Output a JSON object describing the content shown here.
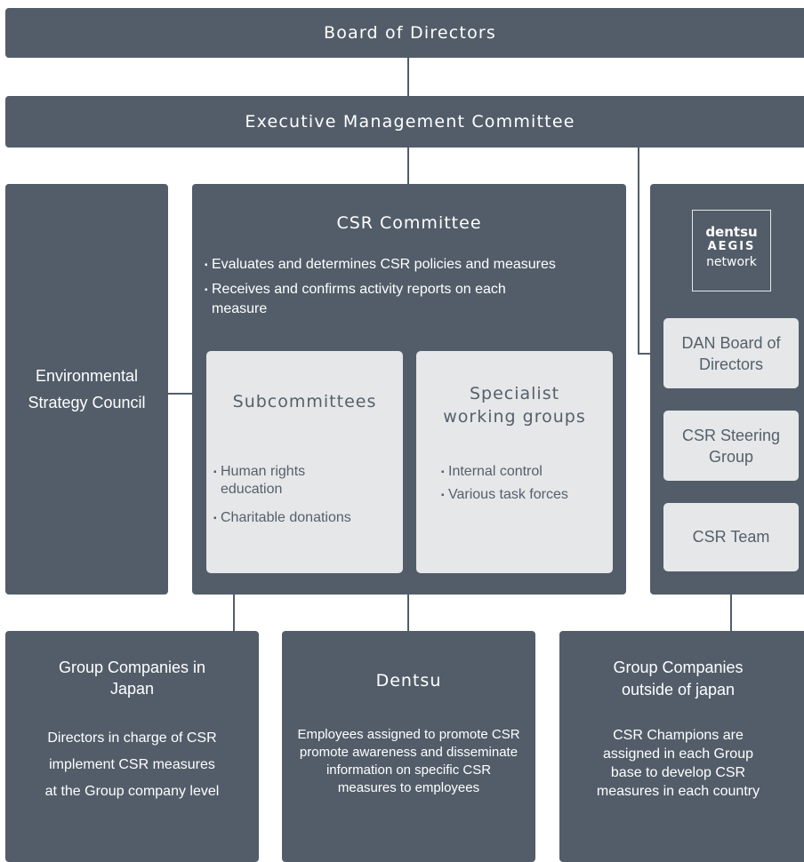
{
  "board": {
    "label": "Board of Directors"
  },
  "executive": {
    "label": "Executive Management Committee"
  },
  "environmental": {
    "label": "Environmental Strategy Council"
  },
  "csr_committee": {
    "title": "CSR Committee",
    "bullets": [
      "Evaluates and determines CSR policies and measures",
      "Receives and confirms activity reports on each measure"
    ]
  },
  "subcommittees": {
    "title": "Subcommittees",
    "bullets": [
      "Human rights education",
      "Charitable donations"
    ]
  },
  "specialist": {
    "title": "Specialist working groups",
    "bullets": [
      "Internal control",
      "Various task forces"
    ]
  },
  "dan": {
    "logo": {
      "line1": "dentsu",
      "line2": "AEGIS",
      "line3": "network"
    },
    "board_label": "DAN Board of Directors",
    "steering_label": "CSR Steering Group",
    "team_label": "CSR Team"
  },
  "group_japan": {
    "title": "Group Companies in Japan",
    "desc_lines": [
      "Directors in charge of CSR",
      "implement CSR measures",
      "at the Group company level"
    ]
  },
  "dentsu": {
    "title": "Dentsu",
    "desc": "Employees assigned to promote CSR promote awareness and disseminate information on specific CSR measures to employees"
  },
  "group_outside": {
    "title": "Group Companies outside of japan",
    "desc": "CSR Champions are assigned in each Group base to develop CSR measures in each country"
  },
  "colors": {
    "box": "#525d69",
    "light_box": "#e6e7e8",
    "light_text": "#55606c",
    "text": "#ffffff"
  }
}
